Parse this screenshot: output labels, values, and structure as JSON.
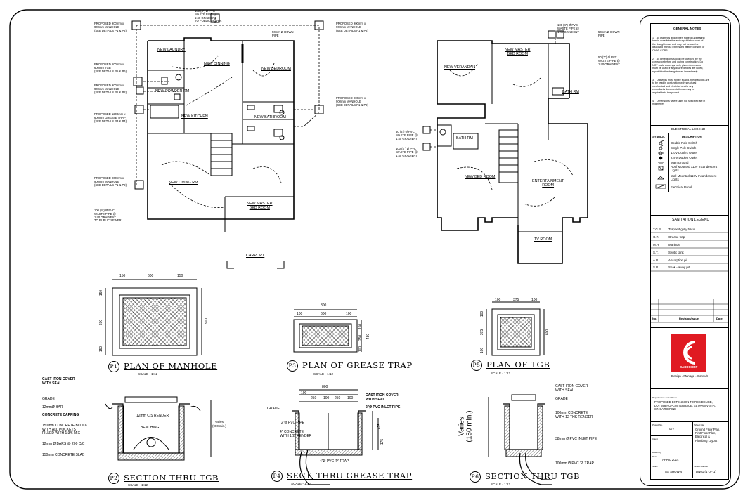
{
  "ground_floor": {
    "rooms": [
      {
        "label": "NEW LAUNDRY"
      },
      {
        "label": "NEW DINNING"
      },
      {
        "label": "NEW BEDROOM"
      },
      {
        "label": "NEW POWDER RM"
      },
      {
        "label": "NEW KITCHEN"
      },
      {
        "label": "NEW BATHROOM"
      },
      {
        "label": "NEW LIVING RM"
      },
      {
        "label": "NEW MASTER\nBED ROOM"
      },
      {
        "label": "CARPORT"
      }
    ],
    "annotations": [
      {
        "text": "100 (4\") Ø PVC\nWASTE  PIPE @\n1:40 GRADIENT\nTO PUBLIC SEWER"
      },
      {
        "text": "PROPOSED 900mm x\n900mm MANHOLE\n(SEE DETAILS P1 & P2)"
      },
      {
        "text": "PROPOSED 900mm x\n900mm MANHOLE\n(SEE DETAILS P1 & P2)"
      },
      {
        "text": "50mm Ø DOWN\nPIPE"
      },
      {
        "text": "PROPOSED 600mm x\n600mm TGB\n(SEE DETAILS P5 & P6)"
      },
      {
        "text": "PROPOSED 900mm x\n900mm MANHOLE\n(SEE DETAILS P1 & P2)"
      },
      {
        "text": "PROPOSED 900mm x\n900mm MANHOLE\n(SEE DETAILS P1 & P2)"
      },
      {
        "text": "PROPOSED 1200mm x\n600mm GREASE TRAP\n(SEE DETAILS P3 & P4)"
      },
      {
        "text": "PROPOSED 900mm x\n900mm MANHOLE\n(SEE DETAILS P1 & P2)"
      },
      {
        "text": "100 (4\") Ø PVC\nWASTE  PIPE @\n1:40 GRADIENT\nTO PUBLIC SEWER"
      }
    ]
  },
  "first_floor": {
    "rooms": [
      {
        "label": "NEW MASTER\nBED ROOM"
      },
      {
        "label": "NEW VERANDAH"
      },
      {
        "label": "BATH RM"
      },
      {
        "label": "BATH RM"
      },
      {
        "label": "NEW BED ROOM"
      },
      {
        "label": "ENTERTAINMENT\nROOM"
      },
      {
        "label": "TV  ROOM"
      }
    ],
    "annotations": [
      {
        "text": "100 (4\") Ø PVC\nWASTE  PIPE @\n1:40 GRADIENT"
      },
      {
        "text": "50mm Ø DOWN\nPIPE"
      },
      {
        "text": "50 (2\") Ø PVC\nWASTE  PIPE @\n1:40 GRADIENT"
      },
      {
        "text": "50 (2\") Ø PVC\nWASTE  PIPE @\n1:40 GRADIENT"
      },
      {
        "text": "100 (4\") Ø PVC\nWASTE  PIPE @\n1:40 GRADIENT"
      }
    ]
  },
  "details": {
    "scale": "SCALE - 1:12",
    "p1": {
      "badge": "P1",
      "title": "PLAN  OF  MANHOLE",
      "dims": [
        "150",
        "600",
        "150",
        "150",
        "600",
        "150",
        "900"
      ]
    },
    "p3": {
      "badge": "P3",
      "title": "PLAN  OF  GREASE  TRAP",
      "dims": [
        "800",
        "100",
        "600",
        "100",
        "150",
        "250",
        "100",
        "480"
      ]
    },
    "p5": {
      "badge": "P5",
      "title": "PLAN  OF  TGB",
      "dims": [
        "100",
        "375",
        "100",
        "100",
        "375",
        "100",
        "600"
      ]
    },
    "p2": {
      "badge": "P2",
      "title": "SECTION  THRU  TGB",
      "labels": [
        "CAST IRON COVER\nWITH SEAL",
        "GRADE",
        "12mmØ BAR",
        "CONCRETE CAPPING",
        "150mm  CONCRETE BLOCK\nWITH ALL POCKETS\nFILLED WITH 1:3/6 MIX",
        "12mm Ø BARS @ 200 C/C",
        "150mm CONCRETE SLAB",
        "12mm C/S RENDER",
        "BENCHING",
        "Varies\n(900 min.)"
      ]
    },
    "p4": {
      "badge": "P4",
      "title": "SECT.  THRU  GREASE  TRAP",
      "labels": [
        "800",
        "100",
        "250",
        "100",
        "250",
        "100",
        "CAST IRON COVER\nWITH SEAL",
        "2\"Ø PVC INLET PIPE",
        "GRADE",
        "2\"Ø PVC PIPE",
        "4\" CONCRETE\nWITH 1/2\" RENDER",
        "4\"Ø PVC 'P' TRAP",
        "475",
        "175"
      ]
    },
    "p6": {
      "badge": "P6",
      "title": "SECTION  THRU  TGB",
      "labels": [
        "CAST IRON COVER\nWITH SEAL",
        "GRADE",
        "100mm  CONCRETE\nWITH 12 THK RENDER",
        "38mm Ø PVC INLET PIPE",
        "100mm Ø PVC 'P' TRAP",
        "Varies\n(150 min.)"
      ]
    }
  },
  "title_block": {
    "general_notes_title": "GENERAL NOTES",
    "notes": [
      "1.   All drawings and written material appearing\nherein constitute the and unpublished work of\nthe draughtsman and may not be used or\ndisclosed without expressed written consent of\nCADD CORP",
      "2.   All dimensions should be checked by the\ncontractor before and during construction. Do\nNOT scale drawings, only given dimensions\nmust be used, if any discrepancies are noted,\nreport it to the draughtsman immediately",
      "3.   Drawings must not be scaled, the drawings are\nto be read in conjunction with structural\nmechanical and electrical and/or any\nconsultants documentation as may be\napplicable to the project.",
      "4.   Dimensions where units not specified are in\nmillimetres"
    ],
    "electrical_legend_title": "ELECTRICAL LEGEND",
    "symbol_header": "SYMBOL",
    "description_header": "DESCRIPTION",
    "electrical_items": [
      "Double Pole Switch",
      "Single Pole Switch",
      "110V  Duplex Outlet",
      "220V  Duplex Outlet",
      "Main Ground",
      "Roof Mounted 110V Incandescent\nLights",
      "Wall Mounted 110V Incandescent\nLights",
      "Electrical Panel"
    ],
    "sanitation_legend_title": "SANITATION LEGEND",
    "sanitation_items": [
      {
        "code": "T.G.B.",
        "desc": "Trapped gully basin"
      },
      {
        "code": "G.T.",
        "desc": "Grease trap"
      },
      {
        "code": "M.H.",
        "desc": "Manhole"
      },
      {
        "code": "S.T.",
        "desc": "Septic tank"
      },
      {
        "code": "A.P.",
        "desc": "Absorption pit"
      },
      {
        "code": "S.P.",
        "desc": "Soak - away  pit"
      }
    ],
    "revision_no": "No.",
    "revision_status": "Revision/Issue",
    "revision_date": "Date",
    "logo_name": "CADDCORP",
    "logo_tagline": "Design . Manage . Consult",
    "project_label": "Project name and address",
    "project_text": "PROPOSED EXTENSION TO RESIDENCE,\nLOT 398 POPLIN TERRACE, ELTHAM VISTA,\nST. CATHERINE",
    "project_no_label": "Project No.",
    "project_no": "077",
    "sheet_title_label": "Sheet title",
    "sheet_title": "Ground Floor Plan,\nFirst Floor Plan,\nElectrical &\nPlumbing Layout",
    "date_label": "Date",
    "date": "APRIL 2014",
    "scale_label": "Scale",
    "scale": "AS SHOWN",
    "sheet_no_label": "Sheet Number",
    "sheet_no": "DN01      (1 OF 1)",
    "client_label": "Client",
    "drawn_label": "Drawn by"
  }
}
